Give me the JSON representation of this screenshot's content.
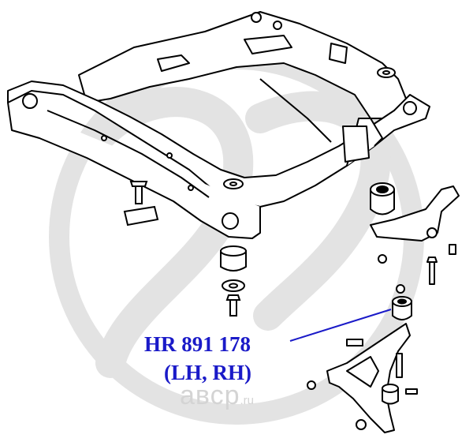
{
  "diagram": {
    "subject": "front-subframe-with-lower-control-arm",
    "part": {
      "number": "HR 891 178",
      "sides": "(LH, RH)"
    },
    "watermark": {
      "text": "aвсp",
      "tld": ".ru"
    },
    "colors": {
      "line": "#000000",
      "part_label": "#1a1ac8",
      "watermark": "#d4d4d4",
      "background": "#ffffff"
    }
  }
}
